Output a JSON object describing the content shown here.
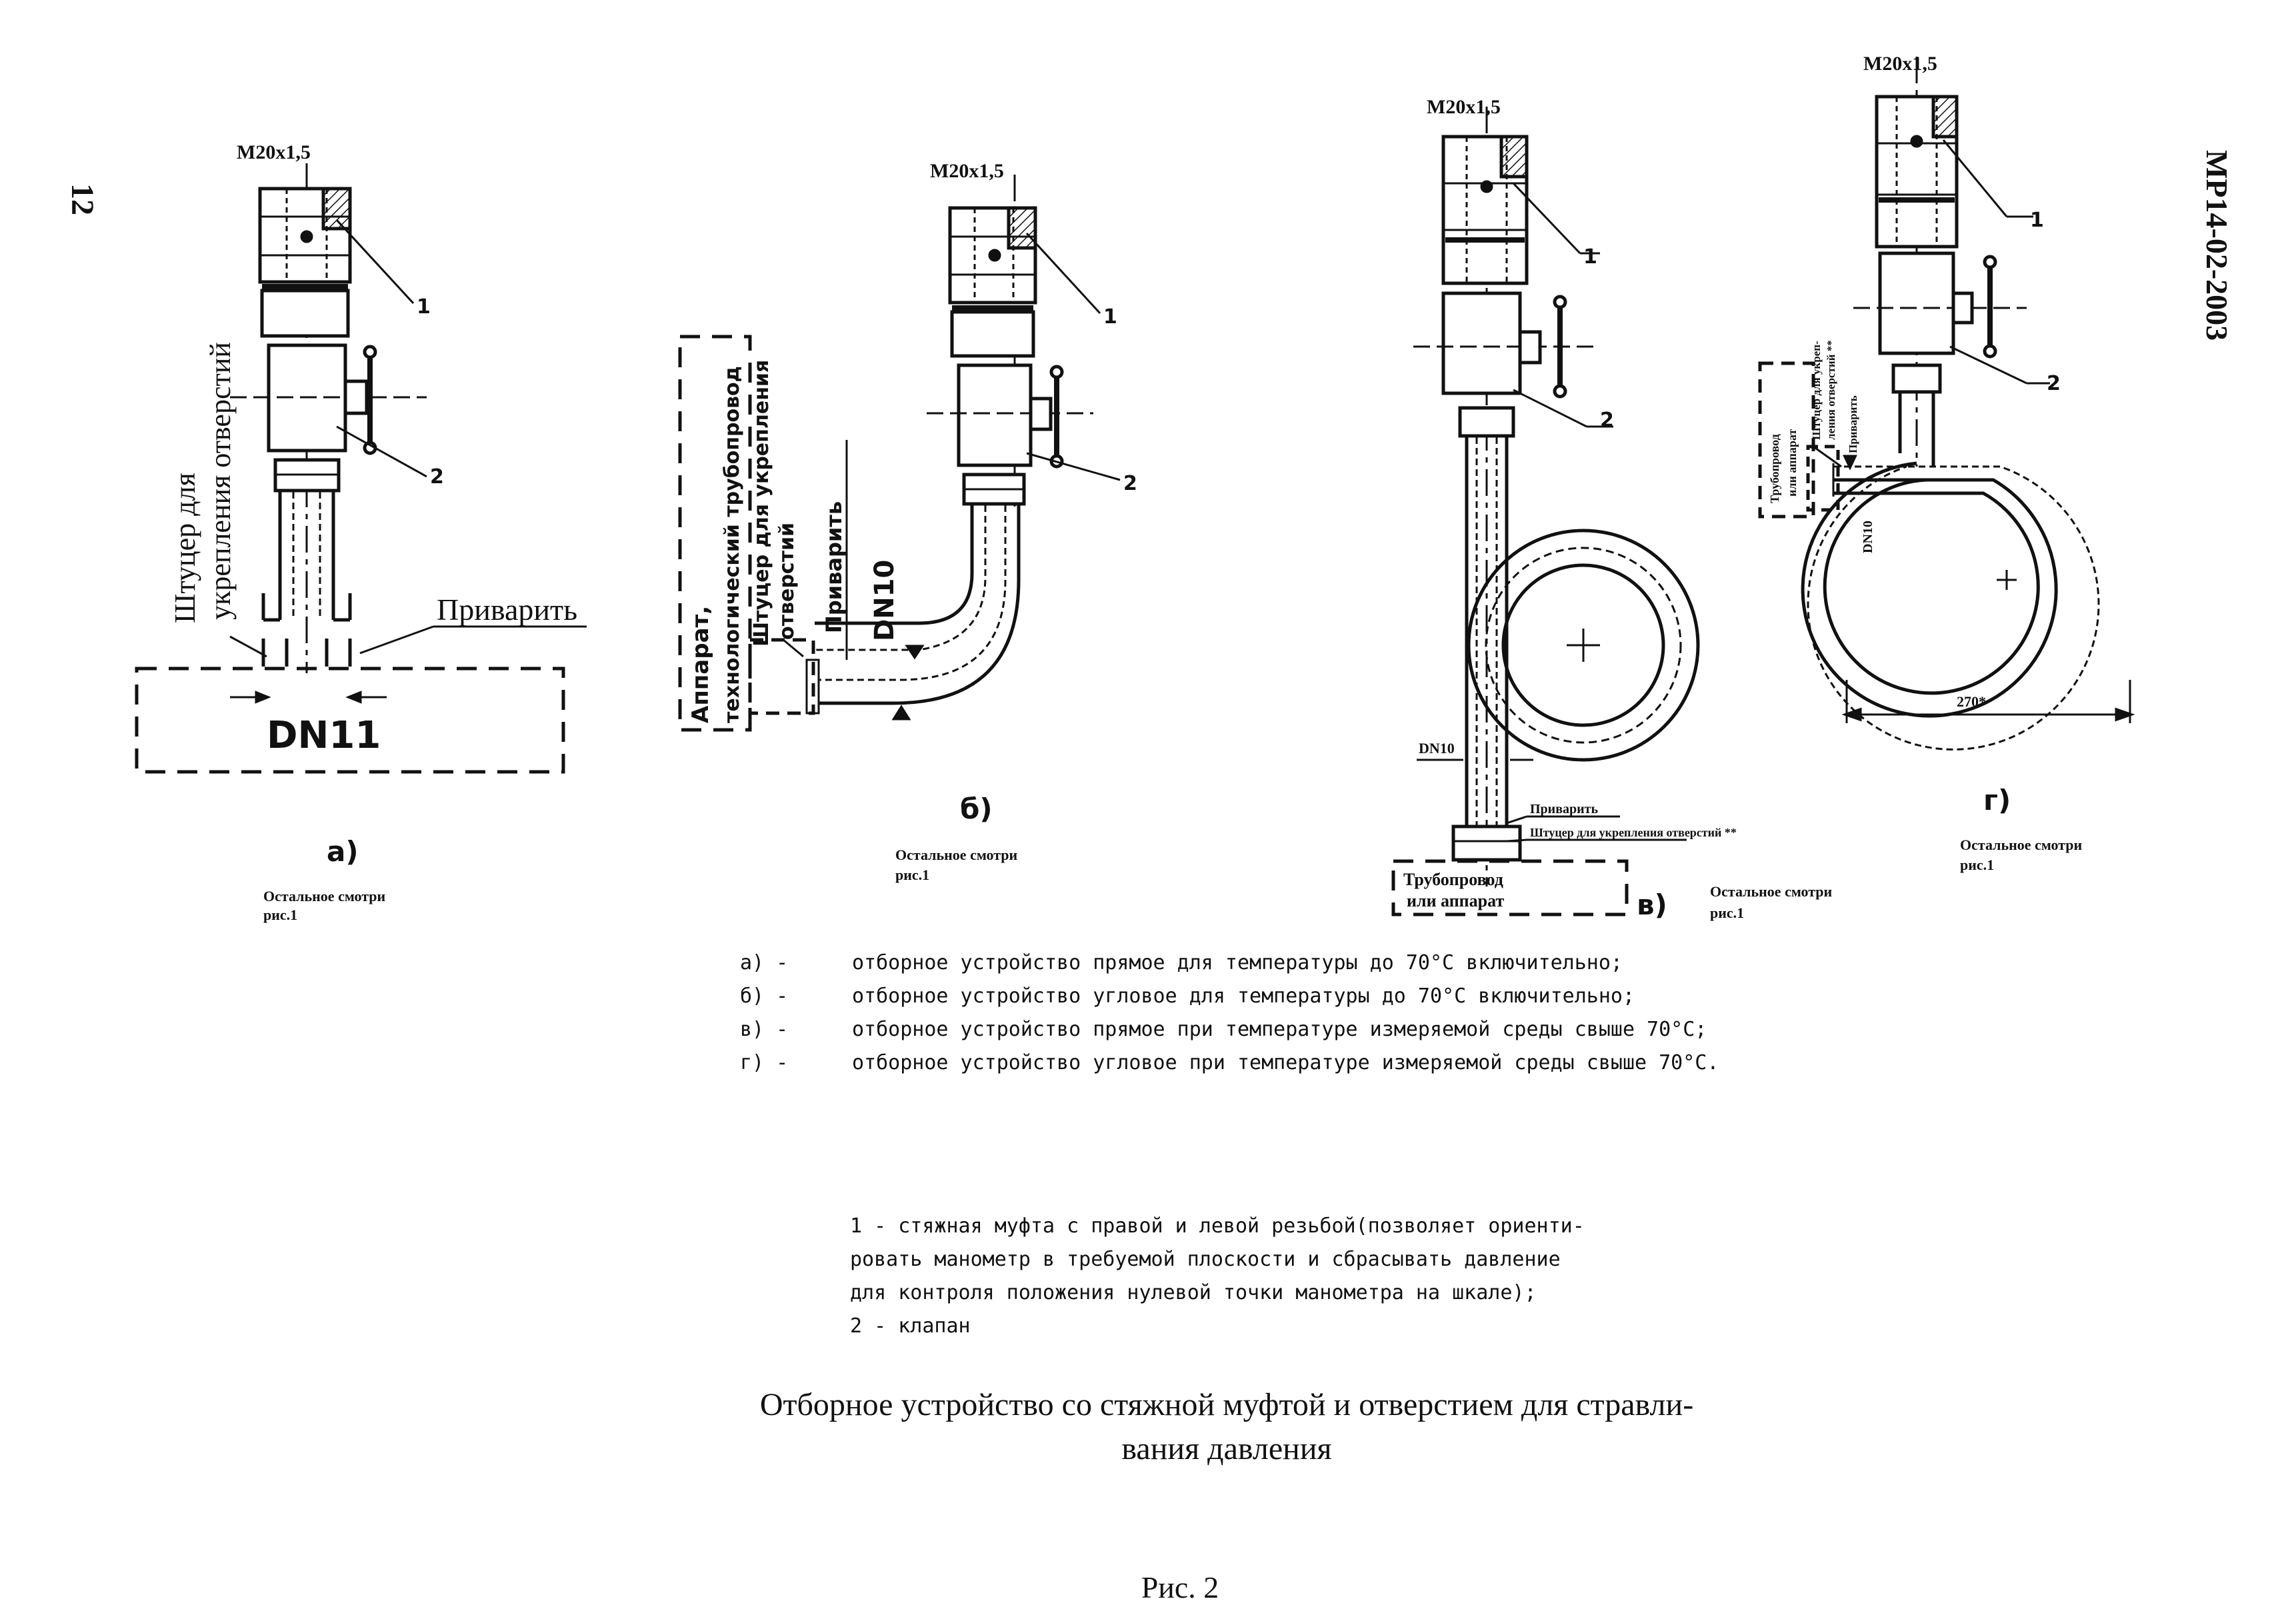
{
  "page": {
    "page_number": "12",
    "doc_code": "МР14-02-2003"
  },
  "figures": {
    "a": {
      "thread": "М20х1,5",
      "callout_1": "1",
      "callout_2": "2",
      "fitting_label_line1": "Штуцер для",
      "fitting_label_line2": "укрепления отверстий",
      "weld": "Приварить",
      "dn": "DN11",
      "letter": "а)",
      "see_rest": "Остальное смотри",
      "see_ref": "рис.1"
    },
    "b": {
      "thread": "М20х1,5",
      "callout_1": "1",
      "callout_2": "2",
      "apparatus_line1": "Аппарат,",
      "apparatus_line2": "технологический трубопровод",
      "fitting_line1": "Штуцер для укрепления",
      "fitting_line2": "отверстий",
      "weld": "Приварить",
      "dn": "DN10",
      "letter": "б)",
      "see_rest": "Остальное смотри",
      "see_ref": "рис.1"
    },
    "v": {
      "thread": "М20х1,5",
      "callout_1": "1",
      "callout_2": "2",
      "dn": "DN10",
      "weld": "Приварить",
      "fitting": "Штуцер для укрепления отверстий **",
      "pipeline_line1": "Трубопровод",
      "pipeline_line2": "или аппарат",
      "letter": "в)",
      "see_rest": "Остальное смотри",
      "see_ref": "рис.1"
    },
    "g": {
      "thread": "М20х1,5",
      "callout_1": "1",
      "callout_2": "2",
      "pipeline_line1": "Трубопровод",
      "pipeline_line2": "или аппарат",
      "fitting_line1": "Штуцер для укреп-",
      "fitting_line2": "ления отверстий **",
      "weld": "Приварить",
      "dn": "DN10",
      "dim": "270*",
      "letter": "г)",
      "see_rest": "Остальное смотри",
      "see_ref": "рис.1"
    }
  },
  "legend": [
    {
      "key": "а) -",
      "text": "отборное устройство прямое для температуры до 70°С включительно;"
    },
    {
      "key": "б) -",
      "text": "отборное устройство угловое для температуры до 70°С включительно;"
    },
    {
      "key": "в) -",
      "text": "отборное устройство прямое при температуре измеряемой среды свыше 70°С;"
    },
    {
      "key": "г) -",
      "text": "отборное устройство угловое при температуре измеряемой среды свыше 70°С."
    }
  ],
  "notes": [
    "1 - стяжная муфта с правой и левой резьбой(позволяет ориенти-",
    "ровать манометр в требуемой плоскости и сбрасывать давление",
    "для контроля положения нулевой точки манометра на шкале);",
    "2 - клапан"
  ],
  "caption": {
    "line1": "Отборное  устройство со стяжной муфтой и отверстием для стравли-",
    "line2": "вания давления"
  },
  "figure_number": "Рис. 2"
}
